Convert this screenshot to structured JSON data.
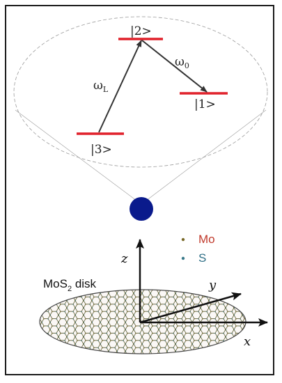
{
  "levels": {
    "level2": "|2>",
    "level1": "|1>",
    "level3": "|3>"
  },
  "transitions": {
    "laser": {
      "symbol": "ω",
      "sub": "L"
    },
    "cavity": {
      "symbol": "ω",
      "sub": "0"
    }
  },
  "legend": {
    "mo_label": "Mo",
    "s_label": "S"
  },
  "disk": {
    "label_main": "MoS",
    "label_sub": "2",
    "label_tail": " disk"
  },
  "axes": {
    "x": "x",
    "y": "y",
    "z": "z"
  },
  "colors": {
    "level_red": "#e0202a",
    "arrow": "#333333",
    "quantum_dot": "#0a1a8c",
    "mo_dot": "#7a6a2a",
    "s_dot": "#3a7a8a",
    "mo_text": "#c0392b",
    "s_text": "#2f6f86",
    "lattice": "#5a5a3a"
  }
}
